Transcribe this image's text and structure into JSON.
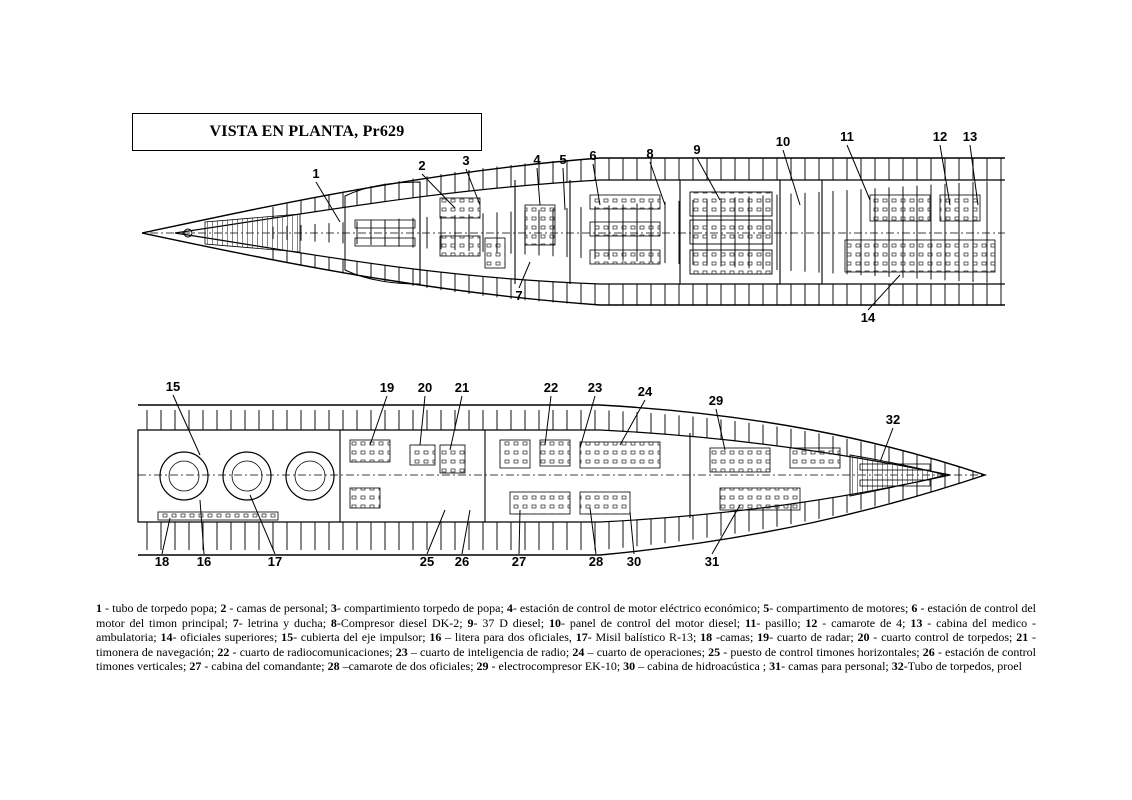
{
  "title": "VISTA EN PLANTA, Pr629",
  "top_view_labels": [
    "1",
    "2",
    "3",
    "4",
    "5",
    "6",
    "7",
    "8",
    "9",
    "10",
    "11",
    "12",
    "13",
    "14"
  ],
  "bottom_view_labels": [
    "15",
    "16",
    "17",
    "18",
    "19",
    "20",
    "21",
    "22",
    "23",
    "24",
    "25",
    "26",
    "27",
    "28",
    "29",
    "30",
    "31",
    "32"
  ],
  "legend": [
    {
      "n": "1",
      "sep": " - ",
      "text": "tubo de torpedo popa; "
    },
    {
      "n": "2",
      "sep": " - ",
      "text": "camas de personal; "
    },
    {
      "n": "3",
      "sep": "- ",
      "text": "compartimiento torpedo de popa; "
    },
    {
      "n": "4",
      "sep": "- ",
      "text": "estación de control de motor eléctrico económico; "
    },
    {
      "n": "5",
      "sep": "- ",
      "text": "compartimento de motores; "
    },
    {
      "n": "6",
      "sep": " - ",
      "text": "estación de control del motor del timon principal; "
    },
    {
      "n": "7",
      "sep": "- ",
      "text": "letrina y ducha; "
    },
    {
      "n": "8",
      "sep": "-",
      "text": "Compresor diesel DK-2; "
    },
    {
      "n": "9",
      "sep": "- ",
      "text": "37 D diesel; "
    },
    {
      "n": "10",
      "sep": "- ",
      "text": "panel de control del motor diesel; "
    },
    {
      "n": "11",
      "sep": "- ",
      "text": "pasillo; "
    },
    {
      "n": "12",
      "sep": " - ",
      "text": "camarote de 4; "
    },
    {
      "n": "13",
      "sep": " - ",
      "text": "cabina del medico - ambulatoria; "
    },
    {
      "n": "14",
      "sep": "- ",
      "text": "oficiales superiores; "
    },
    {
      "n": "15",
      "sep": "- ",
      "text": "cubierta del eje impulsor; "
    },
    {
      "n": "16",
      "sep": " – ",
      "text": "litera para dos oficiales, "
    },
    {
      "n": "17",
      "sep": "- ",
      "text": "Misil balístico R-13; "
    },
    {
      "n": "18",
      "sep": " -",
      "text": "camas; "
    },
    {
      "n": "19",
      "sep": "- ",
      "text": "cuarto de radar; "
    },
    {
      "n": "20",
      "sep": " - ",
      "text": "cuarto control de torpedos; "
    },
    {
      "n": "21",
      "sep": " - ",
      "text": "timonera de navegación; "
    },
    {
      "n": "22",
      "sep": " - ",
      "text": "cuarto de radiocomunicaciones; "
    },
    {
      "n": "23",
      "sep": " – ",
      "text": "cuarto de inteligencia de radio; "
    },
    {
      "n": "24",
      "sep": " – ",
      "text": "cuarto de operaciones; "
    },
    {
      "n": "25",
      "sep": " - ",
      "text": "puesto de control timones horizontales; "
    },
    {
      "n": "26",
      "sep": " - ",
      "text": "estación de control timones verticales; "
    },
    {
      "n": "27",
      "sep": " - ",
      "text": "cabina del comandante; "
    },
    {
      "n": "28",
      "sep": " –",
      "text": "camarote de dos oficiales; "
    },
    {
      "n": "29",
      "sep": " - ",
      "text": "electrocompresor EK-10; "
    },
    {
      "n": "30",
      "sep": " – ",
      "text": "cabina de hidroacústica ; "
    },
    {
      "n": "31",
      "sep": "- ",
      "text": "camas para personal; "
    },
    {
      "n": "32",
      "sep": "-",
      "text": "Tubo de torpedos, proel"
    }
  ]
}
